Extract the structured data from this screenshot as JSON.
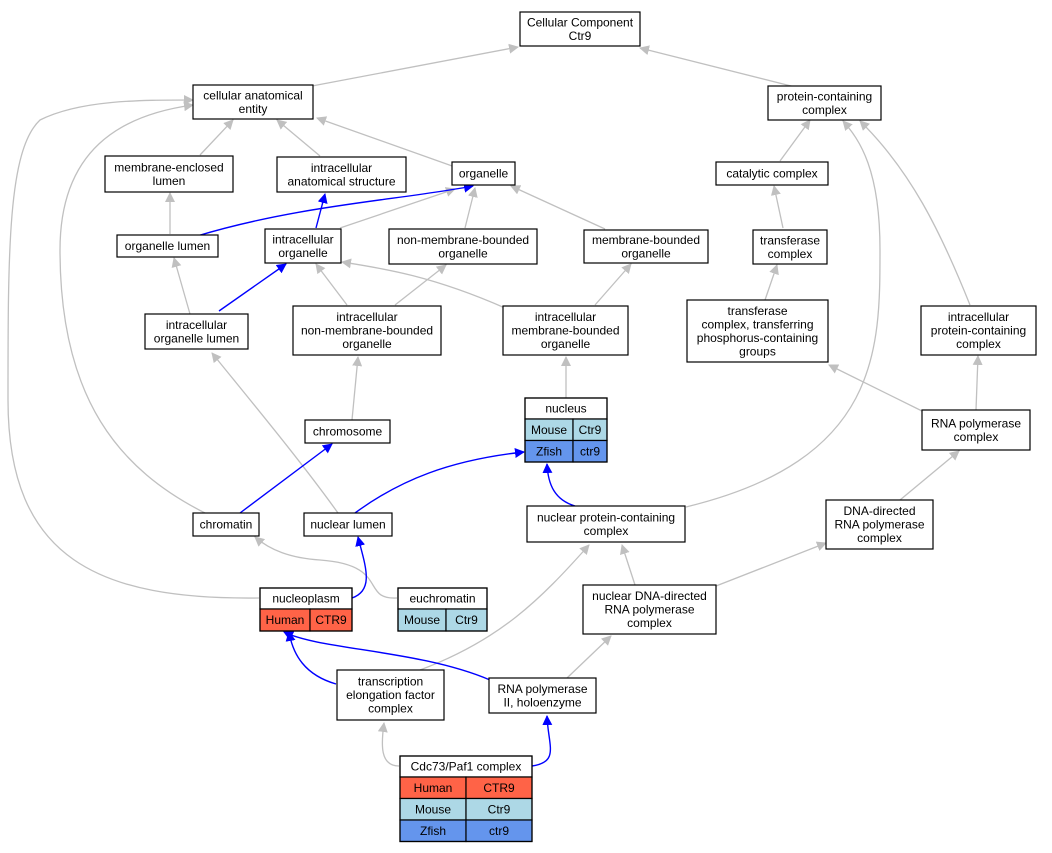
{
  "title": "Cellular Component Ctr9",
  "colors": {
    "human": "#ff6347",
    "mouse": "#add8e6",
    "zfish": "#6495ed",
    "edge_gray": "#c0c0c0",
    "edge_blue": "#0000ff"
  },
  "nodes": {
    "root": {
      "lines": [
        "Cellular Component",
        "Ctr9"
      ]
    },
    "cellular_anatomical_entity": {
      "lines": [
        "cellular anatomical",
        "entity"
      ]
    },
    "protein_containing_complex": {
      "lines": [
        "protein-containing",
        "complex"
      ]
    },
    "membrane_enclosed_lumen": {
      "lines": [
        "membrane-enclosed",
        "lumen"
      ]
    },
    "intracellular_anatomical_structure": {
      "lines": [
        "intracellular",
        "anatomical structure"
      ]
    },
    "organelle": {
      "lines": [
        "organelle"
      ]
    },
    "catalytic_complex": {
      "lines": [
        "catalytic complex"
      ]
    },
    "organelle_lumen": {
      "lines": [
        "organelle lumen"
      ]
    },
    "intracellular_organelle": {
      "lines": [
        "intracellular",
        "organelle"
      ]
    },
    "non_membrane_bounded_organelle": {
      "lines": [
        "non-membrane-bounded",
        "organelle"
      ]
    },
    "membrane_bounded_organelle": {
      "lines": [
        "membrane-bounded",
        "organelle"
      ]
    },
    "transferase_complex": {
      "lines": [
        "transferase",
        "complex"
      ]
    },
    "intracellular_organelle_lumen": {
      "lines": [
        "intracellular",
        "organelle lumen"
      ]
    },
    "intracellular_non_membrane_bounded_organelle": {
      "lines": [
        "intracellular",
        "non-membrane-bounded",
        "organelle"
      ]
    },
    "intracellular_membrane_bounded_organelle": {
      "lines": [
        "intracellular",
        "membrane-bounded",
        "organelle"
      ]
    },
    "transferase_phospho": {
      "lines": [
        "transferase",
        "complex, transferring",
        "phosphorus-containing",
        "groups"
      ]
    },
    "intracellular_protein_containing_complex": {
      "lines": [
        "intracellular",
        "protein-containing",
        "complex"
      ]
    },
    "nucleus": {
      "lines": [
        "nucleus"
      ],
      "rows": [
        [
          "Mouse",
          "Ctr9",
          "mouse"
        ],
        [
          "Zfish",
          "ctr9",
          "zfish"
        ]
      ]
    },
    "chromosome": {
      "lines": [
        "chromosome"
      ]
    },
    "rna_polymerase_complex": {
      "lines": [
        "RNA polymerase",
        "complex"
      ]
    },
    "chromatin": {
      "lines": [
        "chromatin"
      ]
    },
    "nuclear_lumen": {
      "lines": [
        "nuclear lumen"
      ]
    },
    "nuclear_protein_containing_complex": {
      "lines": [
        "nuclear protein-containing",
        "complex"
      ]
    },
    "dna_directed_rna_polymerase_complex": {
      "lines": [
        "DNA-directed",
        "RNA polymerase",
        "complex"
      ]
    },
    "nucleoplasm": {
      "lines": [
        "nucleoplasm"
      ],
      "rows": [
        [
          "Human",
          "CTR9",
          "human"
        ]
      ]
    },
    "euchromatin": {
      "lines": [
        "euchromatin"
      ],
      "rows": [
        [
          "Mouse",
          "Ctr9",
          "mouse"
        ]
      ]
    },
    "nuclear_dna_directed_rna_polymerase_complex": {
      "lines": [
        "nuclear DNA-directed",
        "RNA polymerase",
        "complex"
      ]
    },
    "transcription_elongation_factor_complex": {
      "lines": [
        "transcription",
        "elongation factor",
        "complex"
      ]
    },
    "rna_polymerase_ii_holoenzyme": {
      "lines": [
        "RNA polymerase",
        "II, holoenzyme"
      ]
    },
    "cdc73_paf1_complex": {
      "lines": [
        "Cdc73/Paf1 complex"
      ],
      "rows": [
        [
          "Human",
          "CTR9",
          "human"
        ],
        [
          "Mouse",
          "Ctr9",
          "mouse"
        ],
        [
          "Zfish",
          "ctr9",
          "zfish"
        ]
      ]
    }
  }
}
